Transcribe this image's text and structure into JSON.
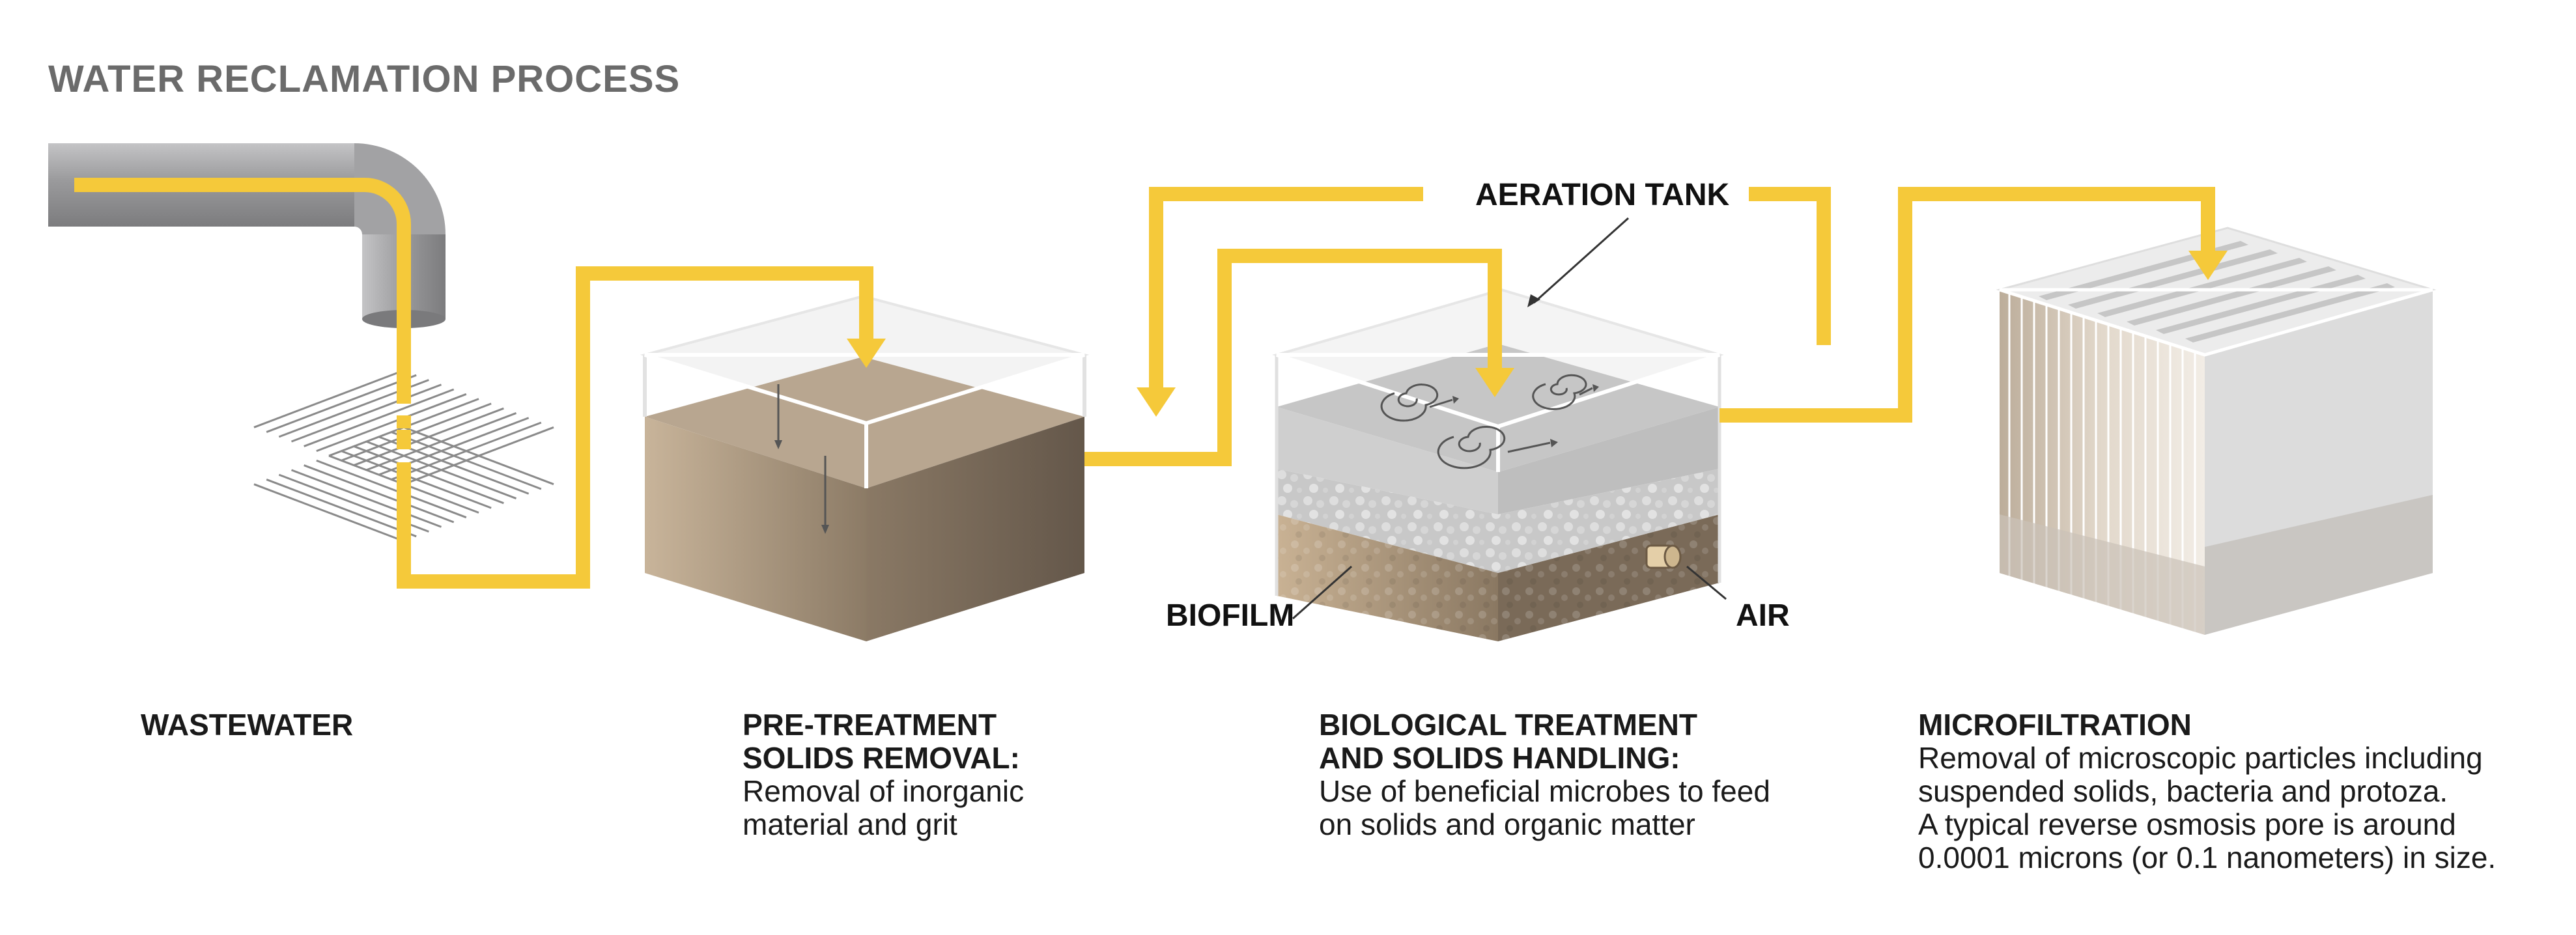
{
  "title": "WATER RECLAMATION PROCESS",
  "callouts": {
    "aeration_tank": "AERATION TANK",
    "biofilm": "BIOFILM",
    "air": "AIR"
  },
  "stages": [
    {
      "heading": "WASTEWATER",
      "heading_line2": "",
      "desc_line1": "",
      "desc_line2": "",
      "desc_line3": "",
      "desc_line4": ""
    },
    {
      "heading": "PRE-TREATMENT",
      "heading_line2": "SOLIDS REMOVAL:",
      "desc_line1": "Removal of inorganic",
      "desc_line2": "material and grit",
      "desc_line3": "",
      "desc_line4": ""
    },
    {
      "heading": "BIOLOGICAL TREATMENT",
      "heading_line2": "AND SOLIDS HANDLING:",
      "desc_line1": "Use of beneficial microbes to feed",
      "desc_line2": "on solids and organic matter",
      "desc_line3": "",
      "desc_line4": ""
    },
    {
      "heading": "MICROFILTRATION",
      "heading_line2": "",
      "desc_line1": "Removal of microscopic particles including",
      "desc_line2": "suspended solids, bacteria and protoza.",
      "desc_line3": "A typical reverse osmosis pore is around",
      "desc_line4": "0.0001 microns (or 0.1 nanometers) in size."
    }
  ],
  "colors": {
    "flow_line": "#f5c93a",
    "pipe": "#9c9c9e",
    "sediment_light": "#c4ad92",
    "sediment_dark": "#6f6150",
    "water_gray": "#c9c9c9",
    "title_gray": "#6b6b6b"
  },
  "icons": [
    "pipe-icon",
    "screen-grid-icon",
    "sedimentation-tank-icon",
    "aeration-tank-icon",
    "air-diffuser-icon",
    "microfilter-block-icon"
  ]
}
